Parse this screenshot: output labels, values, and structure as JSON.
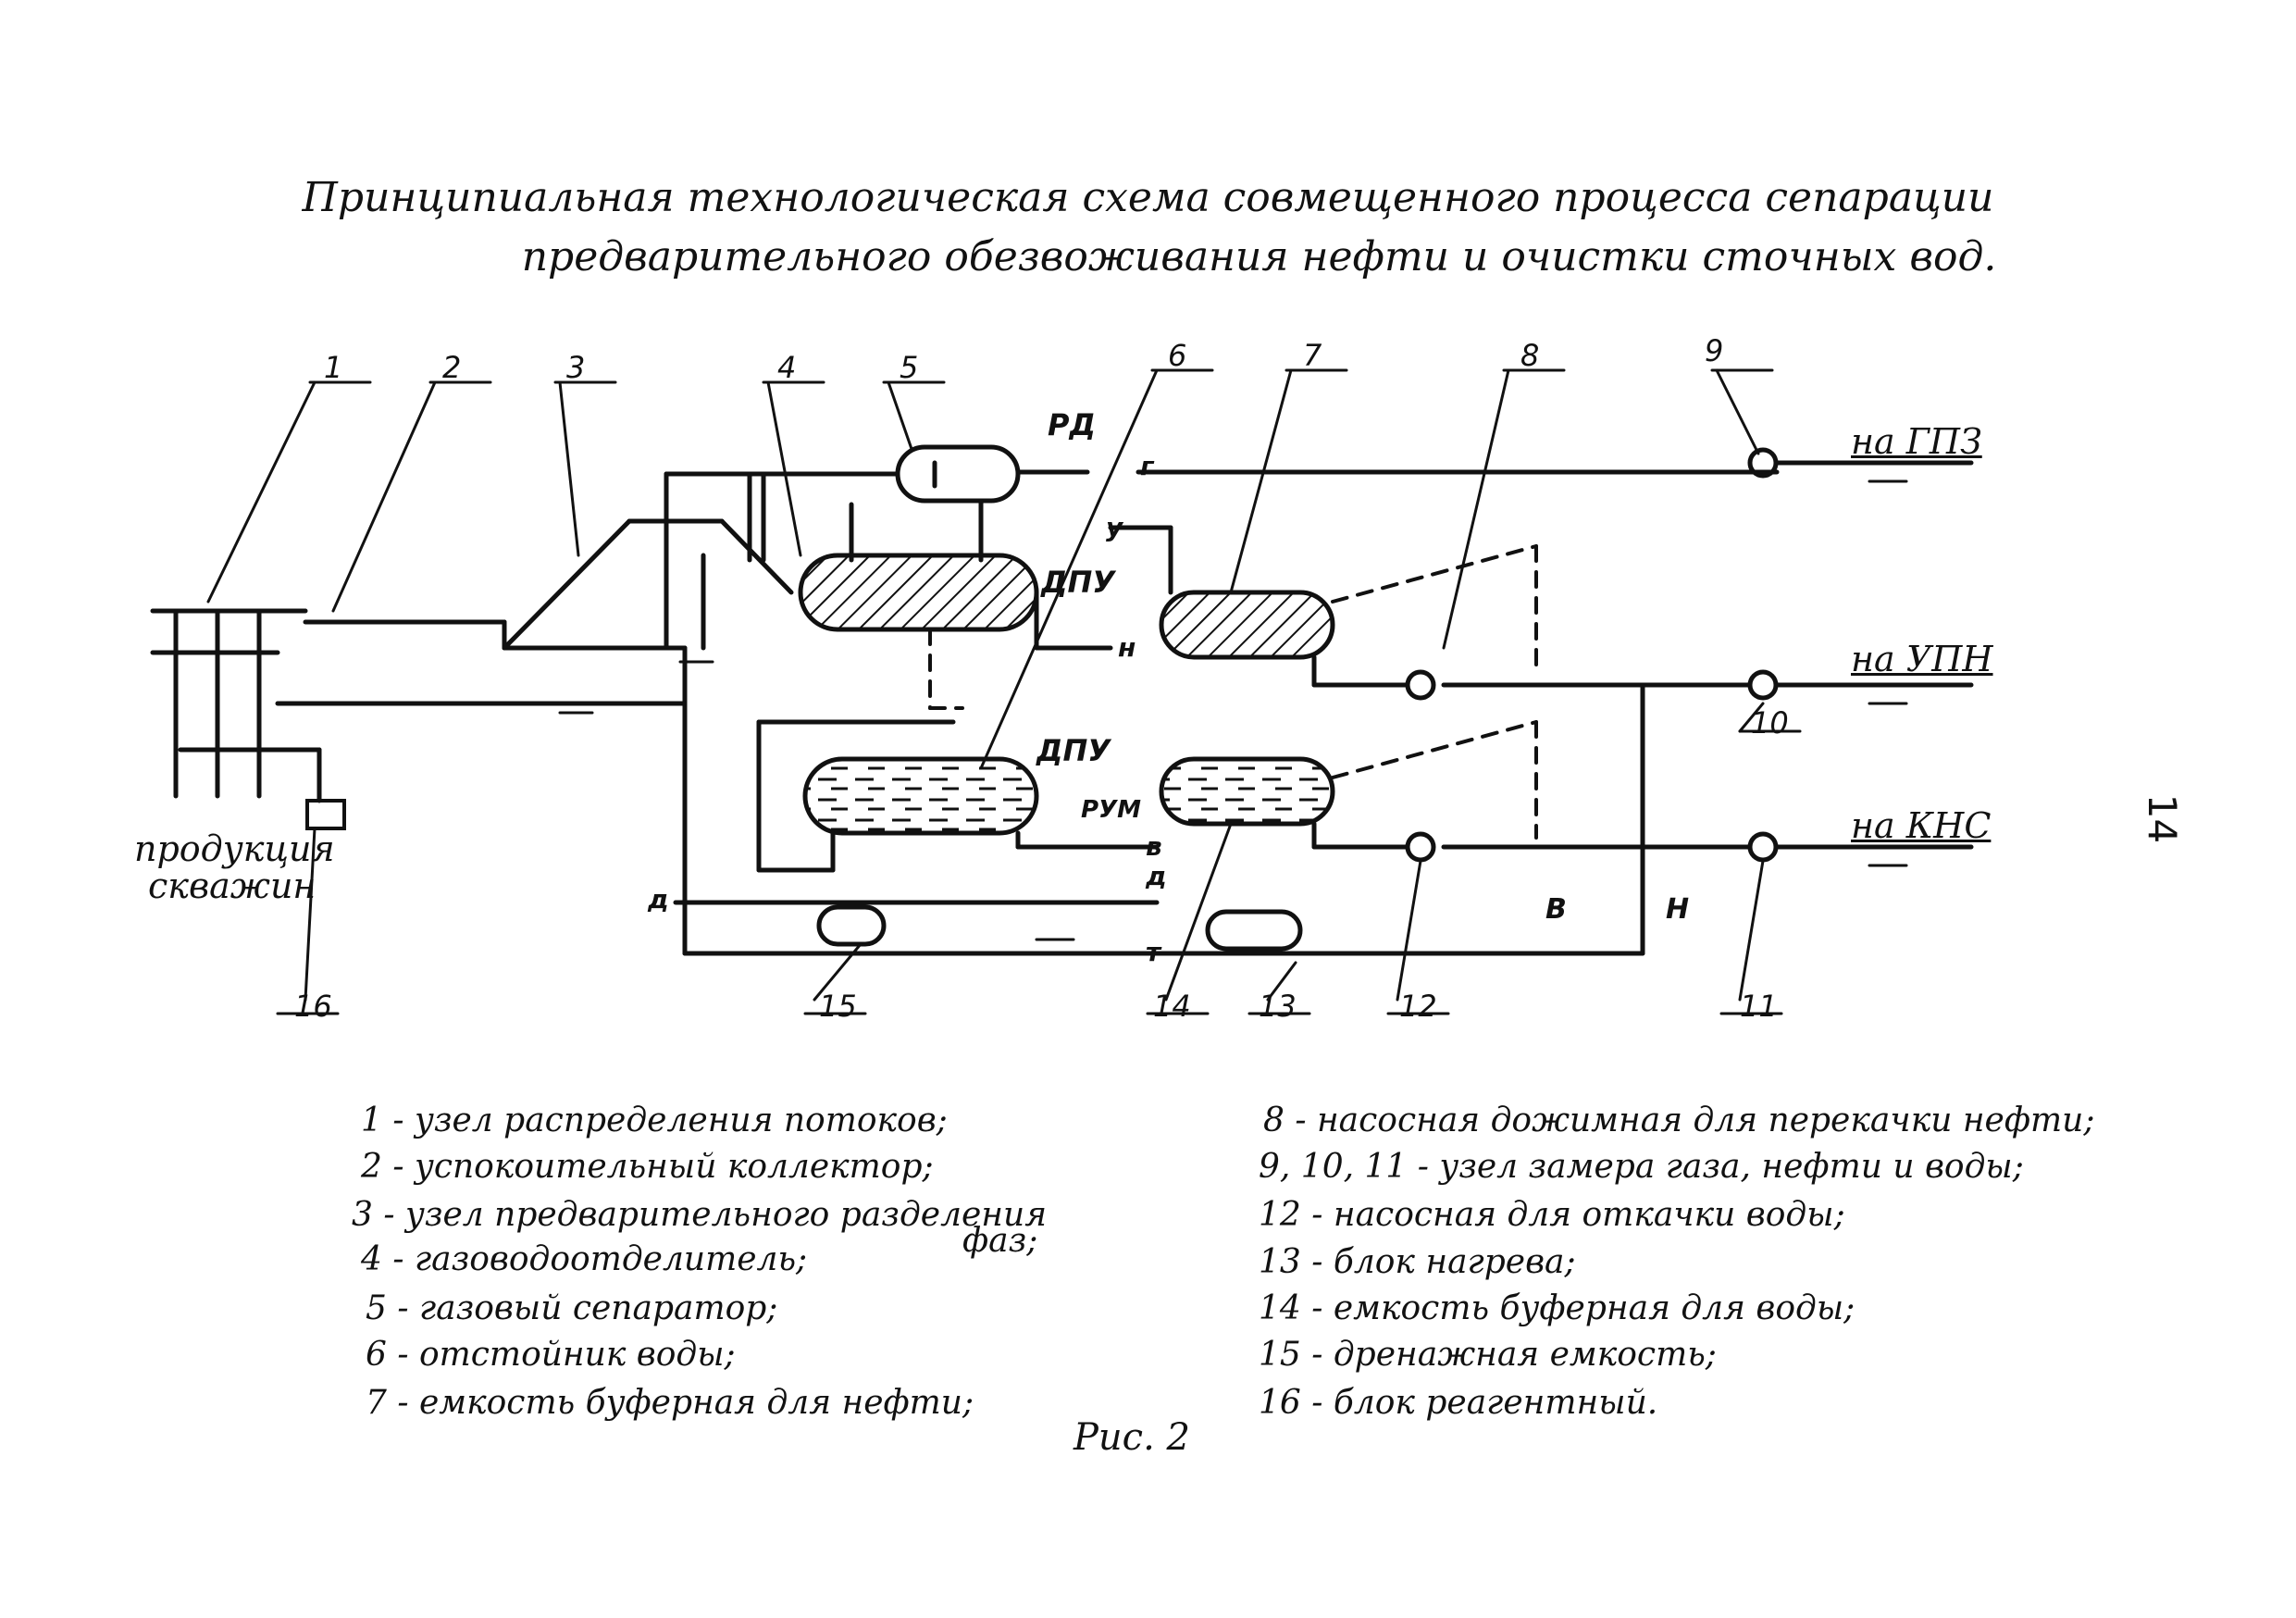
{
  "title": {
    "line1": "Принципиальная технологическая схема совмещенного процесса сепарации",
    "line2": "предварительного обезвоживания нефти и очистки сточных вод."
  },
  "page_number": "14",
  "figure_caption": "Рис. 2",
  "numbers": [
    "1",
    "2",
    "3",
    "4",
    "5",
    "6",
    "7",
    "8",
    "9",
    "10",
    "11",
    "12",
    "13",
    "14",
    "15",
    "16"
  ],
  "equipment_labels": {
    "rd": "РД",
    "dpu1": "ДПУ",
    "dpu2": "ДПУ",
    "rum": "РУМ"
  },
  "stream_letters": {
    "g": "г",
    "u": "у",
    "n": "н",
    "v": "в",
    "d": "д",
    "t": "т",
    "d_left": "д",
    "v_lower": "В",
    "n_lower": "Н"
  },
  "outlets": {
    "gpz": "на ГПЗ",
    "upn": "на УПН",
    "kns": "на КНС"
  },
  "inlet": {
    "line1": "продукция",
    "line2": "скважин"
  },
  "legend_left": [
    "1 - узел распределения потоков;",
    "2 - успокоительный коллектор;",
    "3 - узел предварительного разделения",
    "4 - газоводоотделитель;",
    "5 - газовый сепаратор;",
    "6 - отстойник воды;",
    "7 - емкость буферная для нефти;"
  ],
  "legend_left_wrap": "фаз;",
  "legend_right": [
    "8 - насосная дожимная для перекачки нефти;",
    "9, 10, 11 - узел замера газа, нефти и воды;",
    "12 - насосная для откачки воды;",
    "13 - блок нагрева;",
    "14 - емкость буферная для воды;",
    "15 - дренажная емкость;",
    "16 - блок реагентный."
  ]
}
